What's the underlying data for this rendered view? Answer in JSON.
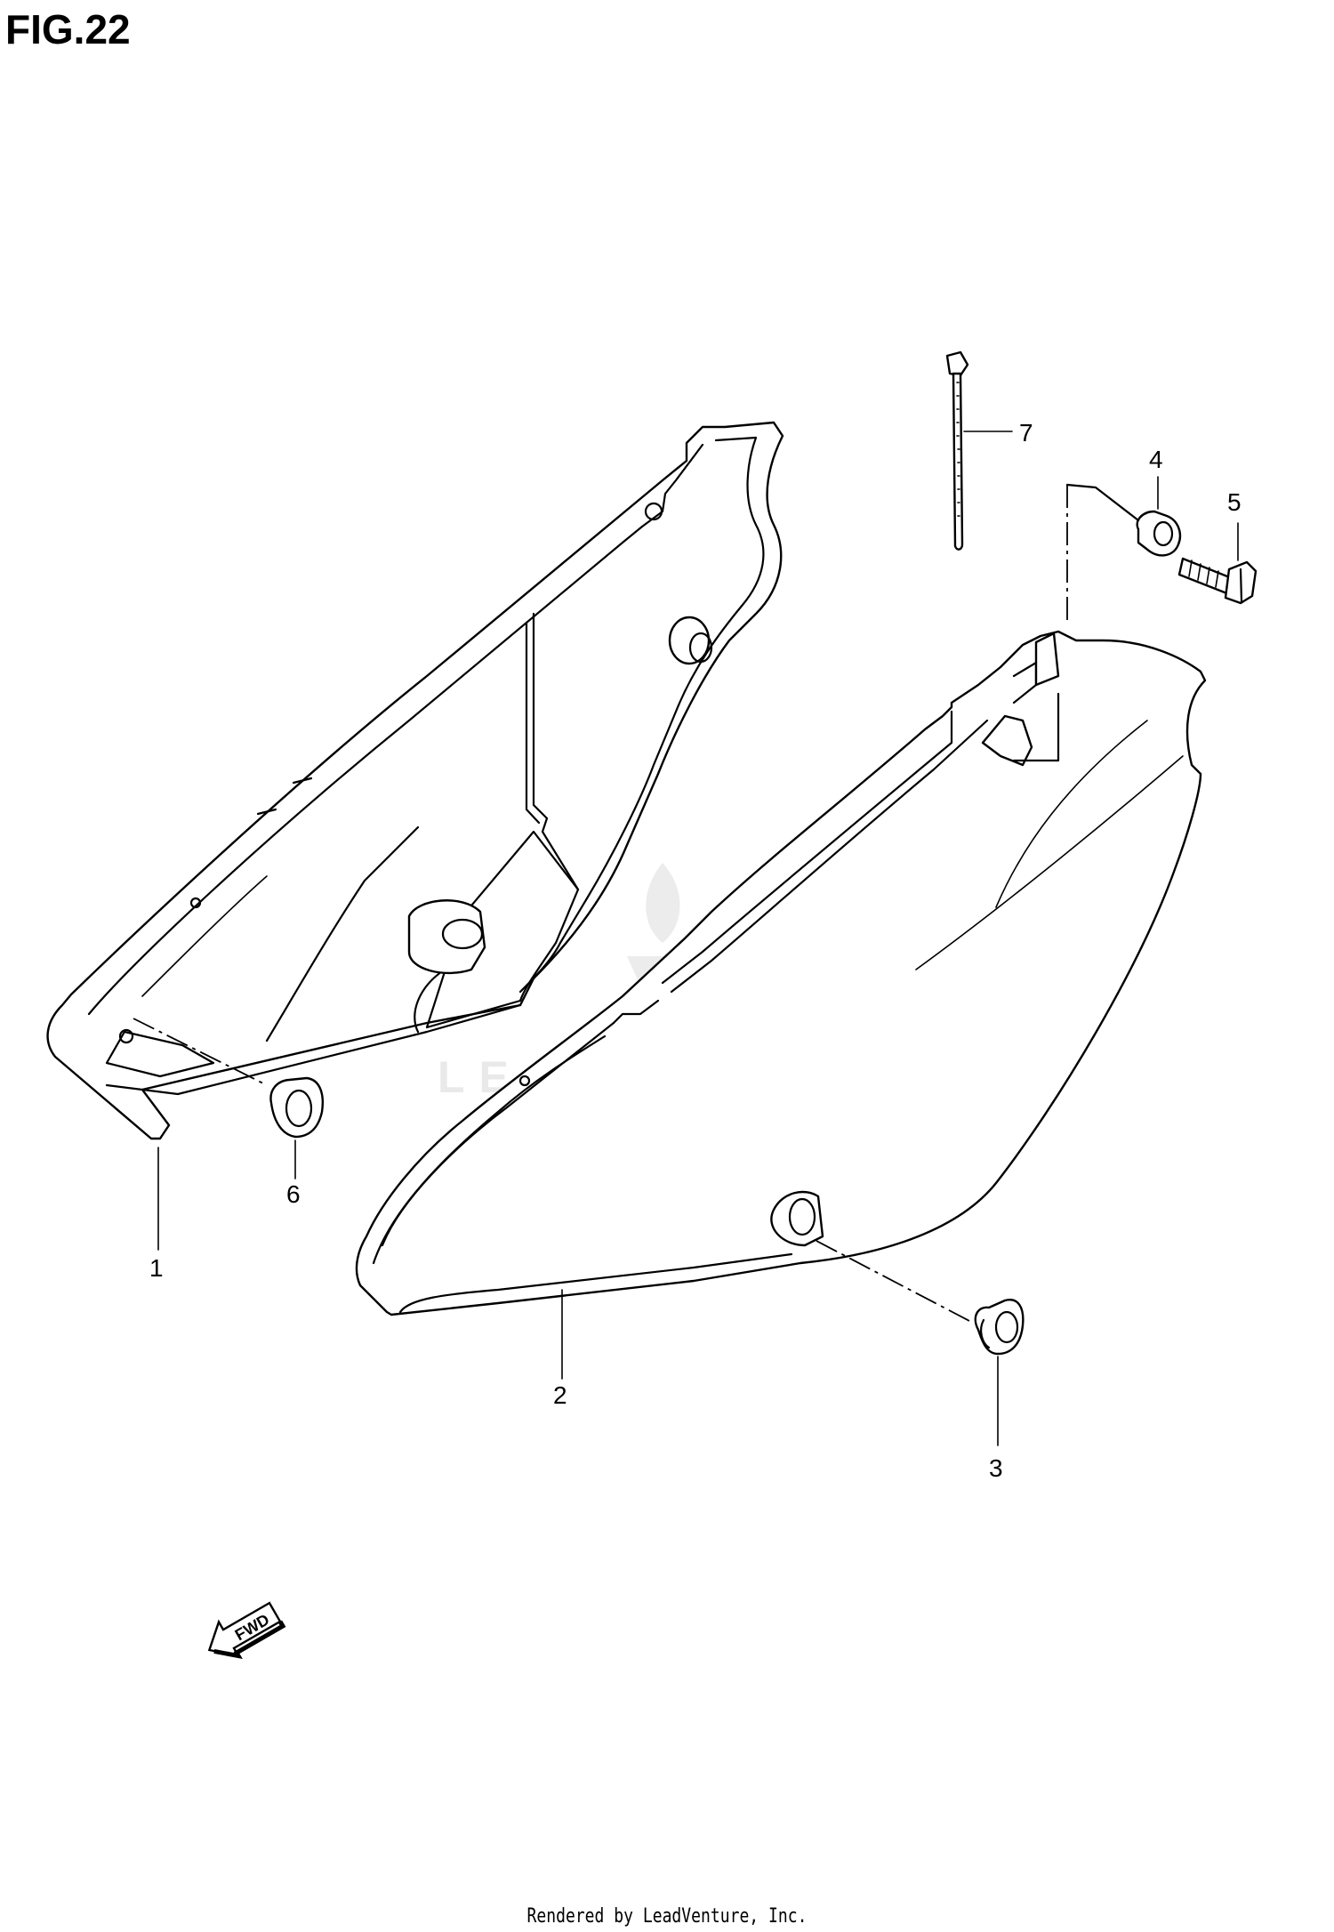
{
  "figure": {
    "title": "FIG.22"
  },
  "watermark": {
    "text": "LEADVENTURE"
  },
  "callouts": [
    "1",
    "2",
    "3",
    "4",
    "5",
    "6",
    "7"
  ],
  "direction_arrow": {
    "label": "FWD"
  },
  "footer": {
    "text": "Rendered by LeadVenture, Inc."
  }
}
